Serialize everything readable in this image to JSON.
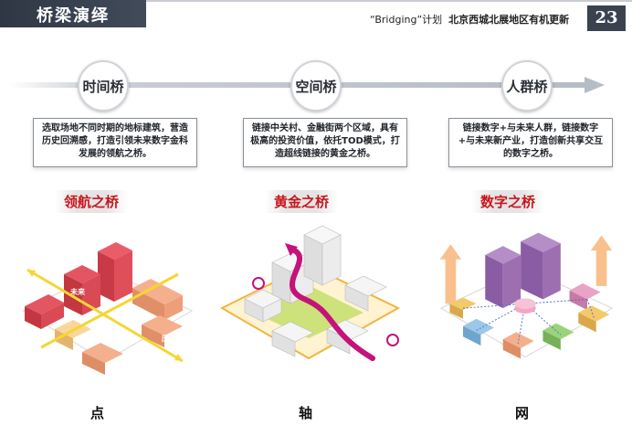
{
  "header": {
    "section_title": "桥梁演绎",
    "plan_prefix": "“Bridging”计划",
    "project_title": "北京西城北展地区有机更新",
    "page_number": "23"
  },
  "columns": [
    {
      "stage": "时间桥",
      "description": "选取场地不同时期的地标建筑，营造历史回溯感，打造引领未来数字金科发展的领航之桥。",
      "subtitle": "领航之桥",
      "caption": "点",
      "illustration_labels": [
        "未来",
        "历史"
      ]
    },
    {
      "stage": "空间桥",
      "description": "链接中关村、金融街两个区域，具有极高的投资价值，依托TOD模式，打造超线链接的黄金之桥。",
      "subtitle": "黄金之桥",
      "caption": "轴",
      "illustration_labels": []
    },
    {
      "stage": "人群桥",
      "description": "链接数字+与未来人群，链接数字+与未来新产业，打造创新共享交互的数字之桥。",
      "subtitle": "数字之桥",
      "caption": "网",
      "illustration_labels": []
    }
  ],
  "colors": {
    "header_bg": "#353d4a",
    "accent_red": "#c8161d",
    "col1_block": "#d9434f",
    "col1_side": "#f0b28a",
    "col2_gold": "#f2b43a",
    "col2_ribbon": "#c4137a",
    "col3_violet": "#9d6fb0",
    "col3_arrow": "#f6a25a"
  }
}
